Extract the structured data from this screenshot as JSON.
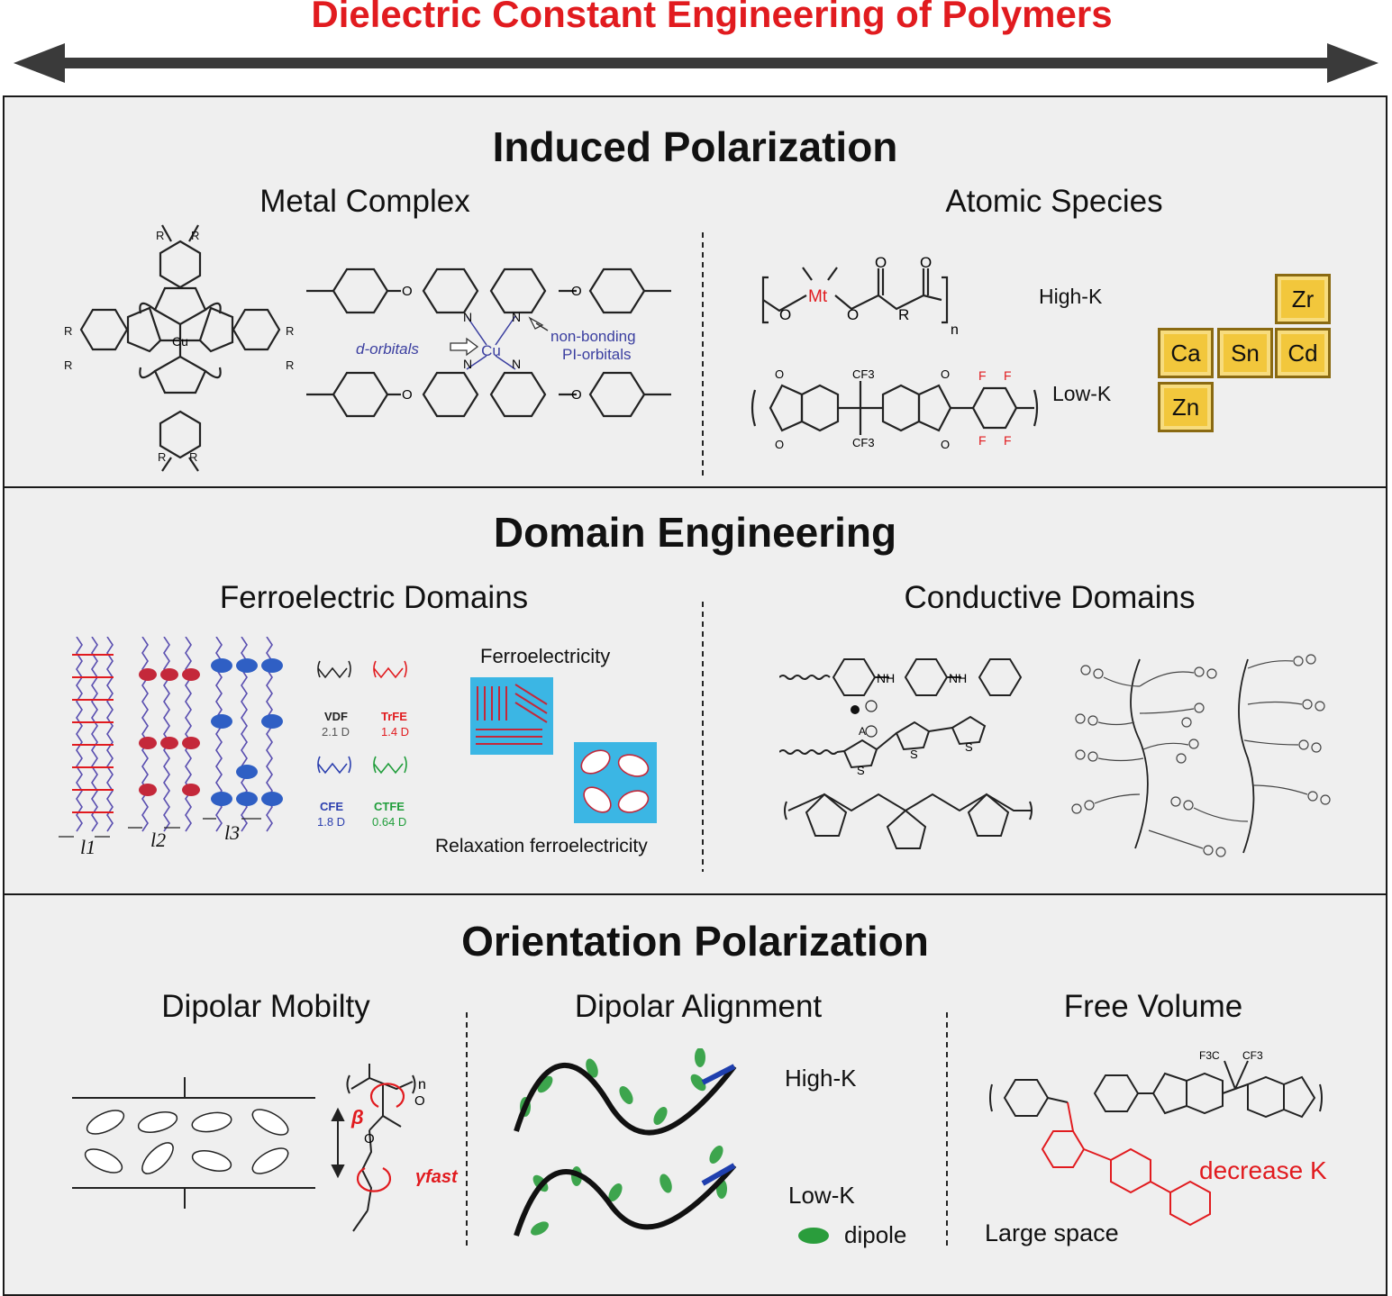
{
  "title": "Dielectric Constant Engineering of Polymers",
  "colors": {
    "accent_red": "#e11b1f",
    "panel_bg": "#efefef",
    "tile_gold": "#f2c73c",
    "dipole_green": "#2a9d3c",
    "domain_blue": "#3bb6e4"
  },
  "induced": {
    "title": "Induced Polarization",
    "metal_complex": {
      "title": "Metal Complex",
      "d_orbitals": "d-orbitals",
      "nonbonding_1": "non-bonding",
      "nonbonding_2": "PI-orbitals",
      "cu": "Cu",
      "n": "N",
      "o": "O",
      "r": "R"
    },
    "atomic_species": {
      "title": "Atomic Species",
      "high_k": "High-K",
      "low_k": "Low-K",
      "mt": "Mt",
      "sub_n": "n",
      "cf3": "CF3",
      "f": "F",
      "tiles": [
        "Zr",
        "Ca",
        "Sn",
        "Cd",
        "Zn"
      ]
    }
  },
  "domain": {
    "title": "Domain Engineering",
    "ferro": {
      "title": "Ferroelectric Domains",
      "l1": "l1",
      "l2": "l2",
      "l3": "l3",
      "monomers": [
        {
          "name": "VDF",
          "dipole": "2.1 D",
          "color": "#222222"
        },
        {
          "name": "TrFE",
          "dipole": "1.4 D",
          "color": "#e11b1f"
        },
        {
          "name": "CFE",
          "dipole": "1.8 D",
          "color": "#2b3fae"
        },
        {
          "name": "CTFE",
          "dipole": "0.64 D",
          "color": "#1f9d3a"
        }
      ],
      "ferroelectricity": "Ferroelectricity",
      "relaxation": "Relaxation ferroelectricity"
    },
    "conductive": {
      "title": "Conductive Domains",
      "nh": "NH",
      "a_minus": "A",
      "s": "S"
    }
  },
  "orientation": {
    "title": "Orientation Polarization",
    "dipolar_mobility": {
      "title": "Dipolar Mobilty",
      "beta": "β",
      "gamma": "γfast",
      "n": "n"
    },
    "dipolar_alignment": {
      "title": "Dipolar Alignment",
      "high_k": "High-K",
      "low_k": "Low-K",
      "dipole": "dipole"
    },
    "free_volume": {
      "title": "Free Volume",
      "large_space": "Large space",
      "decrease_k": "decrease K",
      "f3c": "F3C",
      "cf3": "CF3"
    }
  }
}
